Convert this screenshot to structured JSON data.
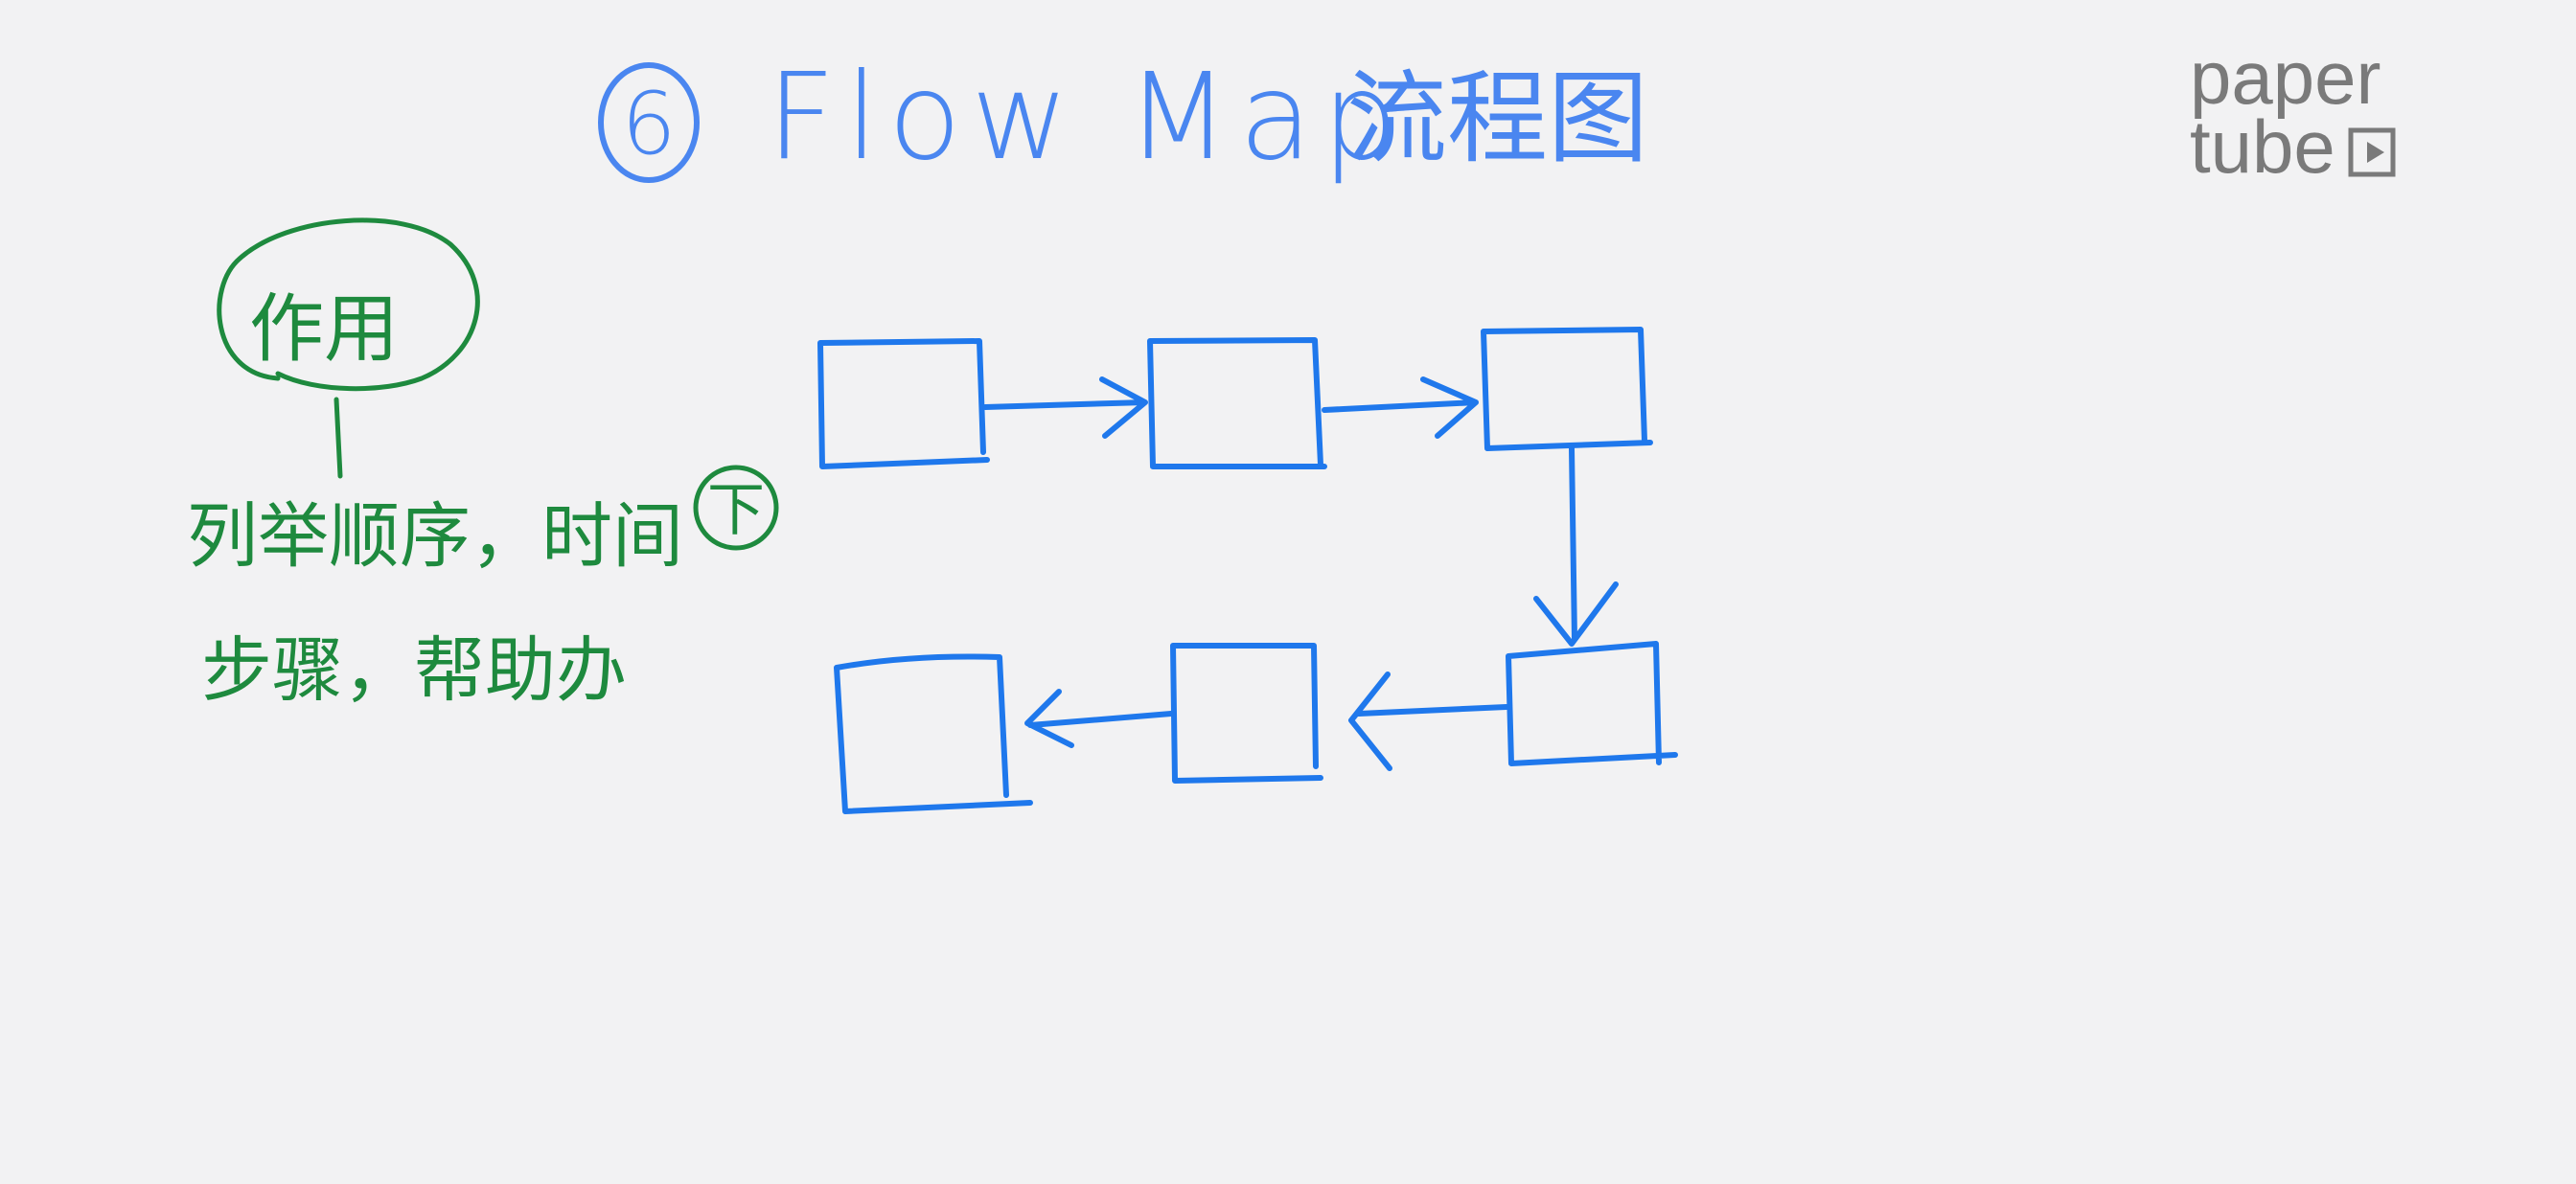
{
  "title": {
    "number": "6",
    "english": "Flow Map",
    "chinese": "流程图"
  },
  "note": {
    "bubble": "作用",
    "line1": "列举顺序，时间",
    "circled": "下",
    "line2": "步骤，帮助办"
  },
  "logo": {
    "line1": "paper",
    "line2": "tube"
  },
  "flow": {
    "boxes": [
      "",
      "",
      "",
      "",
      "",
      ""
    ]
  },
  "colors": {
    "title": "#4a86f0",
    "boxes": "#1f78ec",
    "notes": "#1e8a3e",
    "background": "#f2f2f3"
  }
}
